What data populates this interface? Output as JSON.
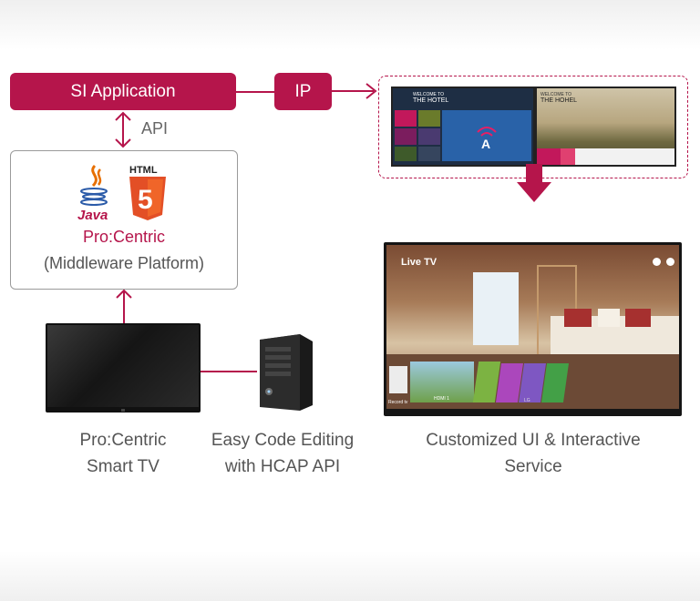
{
  "diagram": {
    "si_application_label": "SI Application",
    "ip_label": "IP",
    "api_label": "API",
    "middleware_brand": "Pro:Centric",
    "middleware_subtitle": "(Middleware Platform)",
    "java_label": "Java",
    "html_label": "HTML",
    "html_version": "5",
    "caption_smart_tv": [
      "Pro:Centric",
      "Smart TV"
    ],
    "caption_code_editing": [
      "Easy Code Editing",
      "with HCAP API"
    ],
    "caption_customized": [
      "Customized UI & Interactive",
      "Service"
    ]
  },
  "screens": {
    "hotel1_welcome": "WELCOME TO",
    "hotel1_name": "THE HOTEL",
    "hotel2_welcome": "WELCOME TO",
    "hotel2_name": "THE HOHEL",
    "live_tv_label": "Live TV",
    "hdmi_label": "HDMI 1",
    "lg_mark": "LG",
    "record_label": "Record tv"
  },
  "colors": {
    "accent": "#b5154b",
    "text": "#555555"
  }
}
